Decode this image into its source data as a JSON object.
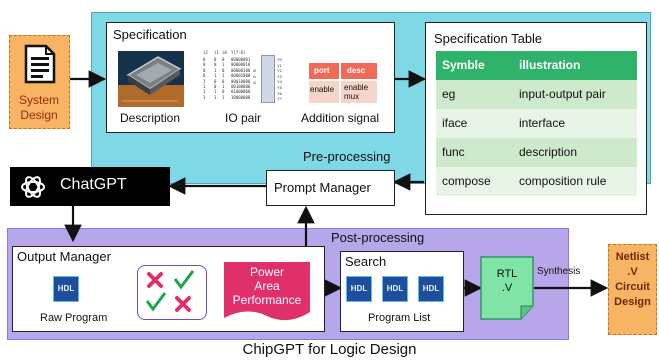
{
  "system_design": {
    "label_line1": "System",
    "label_line2": "Design"
  },
  "specification": {
    "title": "Specification",
    "description_label": "Description",
    "io_pair_label": "IO pair",
    "addition_signal_label": "Addition signal",
    "io_header": [
      "i2",
      "i1",
      "i0",
      "Y[7:0]"
    ],
    "io_col_i2": [
      "0",
      "0",
      "0",
      "0",
      "1",
      "1",
      "1",
      "1"
    ],
    "io_col_i1": [
      "0",
      "0",
      "1",
      "1",
      "0",
      "0",
      "1",
      "1"
    ],
    "io_col_i0": [
      "0",
      "1",
      "0",
      "1",
      "0",
      "1",
      "0",
      "1"
    ],
    "io_col_y": [
      "00000001",
      "00000010",
      "00000100",
      "00001000",
      "00010000",
      "00100000",
      "01000000",
      "10000000"
    ],
    "decoder_inputs": [
      "i0",
      "i1",
      "i2"
    ],
    "decoder_outputs": [
      "Y0",
      "Y1",
      "Y2",
      "Y3",
      "Y4",
      "Y5",
      "Y6",
      "Y7"
    ],
    "signal_table": {
      "h1": "port",
      "h2": "desc",
      "c1": "enable",
      "c2_line1": "enable",
      "c2_line2": "mux"
    }
  },
  "spec_table": {
    "title": "Specification Table",
    "header": {
      "col1": "Symble",
      "col2": "illustration"
    },
    "rows": [
      {
        "col1": "eg",
        "col2": "input-output pair"
      },
      {
        "col1": "iface",
        "col2": "interface"
      },
      {
        "col1": "func",
        "col2": "description"
      },
      {
        "col1": "compose",
        "col2": "composition rule"
      }
    ]
  },
  "pre_processing_label": "Pre-processing",
  "post_processing_label": "Post-processing",
  "chatgpt_label": "ChatGPT",
  "prompt_manager_label": "Prompt Manager",
  "output_manager": {
    "title": "Output Manager",
    "raw_program_label": "Raw Program",
    "ppa_line1": "Power",
    "ppa_line2": "Area",
    "ppa_line3": "Performance",
    "hdl_text": "HDL"
  },
  "search": {
    "title": "Search",
    "program_list_label": "Program List",
    "hdl_text": "HDL"
  },
  "rtl": {
    "line1": "RTL",
    "line2": ".V"
  },
  "synthesis_label": "Synthesis",
  "netlist": {
    "line1": "Netlist",
    "line2": ".V",
    "line3": "Circuit",
    "line4": "Design"
  },
  "caption": "ChipGPT for Logic Design",
  "colors": {
    "pre": "#7ed8e6",
    "post": "#b7a6ea",
    "orange": "#f8b463",
    "green_header": "#2fb36a",
    "ppa": "#e0306a"
  }
}
